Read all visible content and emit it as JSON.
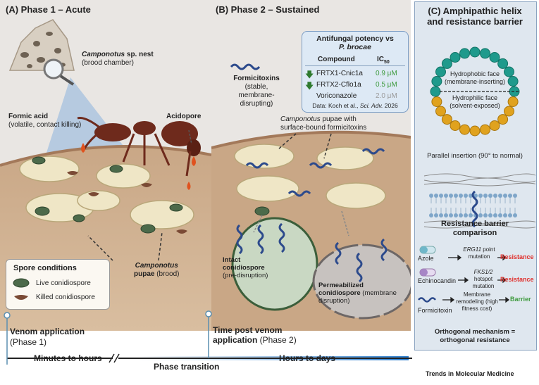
{
  "panelA": {
    "title": "(A) Phase 1 – Acute",
    "nest_label_species": "Camponotus",
    "nest_label_rest": " sp. nest",
    "nest_sub": "(brood chamber)",
    "formic_title": "Formic acid",
    "formic_sub": "(volatile, contact killing)",
    "acidopore": "Acidopore",
    "pupae_species": "Camponotus",
    "pupae_word": "pupae",
    "pupae_sub": " (brood)",
    "legend": {
      "title": "Spore conditions",
      "live": "Live conidiospore",
      "killed": "Killed conidiospore"
    }
  },
  "panelB": {
    "title": "(B) Phase 2 – Sustained",
    "formicitoxins_title": "Formicitoxins",
    "formicitoxins_sub1": "(stable,",
    "formicitoxins_sub2": "membrane-disrupting)",
    "potency": {
      "title_line1": "Antifungal potency vs",
      "title_line2": "P. brocae",
      "col_compound": "Compound",
      "col_ic": "IC",
      "col_ic_sub": "50",
      "rows": [
        {
          "name": "FRTX1-Cnic1a",
          "value": "0.9 μM",
          "color": "#3d9a3d"
        },
        {
          "name": "FRTX2-Cflo1a",
          "value": "0.5 μM",
          "color": "#3d9a3d"
        },
        {
          "name": "Voriconazole",
          "value": "2.0 μM",
          "color": "#9a9a9a"
        }
      ],
      "source_prefix": "Data: Koch et al., ",
      "source_journal": "Sci. Adv.",
      "source_year": " 2026"
    },
    "pupae_note_species": "Camponotus",
    "pupae_note_rest": " pupae with",
    "pupae_note_line2": "surface-bound formicitoxins",
    "intact_title1": "Intact",
    "intact_title2": "conidiospore",
    "intact_sub": "(pre-disruption)",
    "perm_title1": "Permeabilized",
    "perm_title2": "conidiospore",
    "perm_sub": " (membrane",
    "perm_sub2": "disruption)"
  },
  "panelC": {
    "title_line1": "(C) Amphipathic helix",
    "title_line2": "and resistance barrier",
    "hydrophobic_line1": "Hydrophobic face",
    "hydrophobic_line2": "(membrane-inserting)",
    "hydrophilic_line1": "Hydrophilic face",
    "hydrophilic_line2": "(solvent-exposed)",
    "parallel": "Parallel insertion (90° to normal)",
    "resistance_title1": "Resistance barrier",
    "resistance_title2": "comparison",
    "rows": [
      {
        "drug": "Azole",
        "mech_gene": "ERG11",
        "mech_line1_rest": " point",
        "mech_line2": "mutation",
        "outcome": "Resistance",
        "outcome_color": "#e0322e"
      },
      {
        "drug": "Echinocandin",
        "mech_gene": "FKS1/2",
        "mech_line1_rest": " hotspot",
        "mech_line2": "mutation",
        "outcome": "Resistance",
        "outcome_color": "#e0322e"
      },
      {
        "drug": "Formicitoxin",
        "mech_gene": "",
        "mech_line1_rest": "Membrane",
        "mech_line2": "remodeling (high",
        "mech_line3": "fitness cost)",
        "outcome": "Barrier",
        "outcome_color": "#3d9a3d"
      }
    ],
    "conclusion1": "Orthogonal mechanism =",
    "conclusion2": "orthogonal resistance"
  },
  "timeline": {
    "venom_title": "Venom application",
    "venom_sub": "(Phase 1)",
    "time_post_title1": "Time post venom",
    "time_post_title2": "application",
    "time_post_sub": " (Phase 2)",
    "minutes": "Minutes to hours",
    "phase_transition": "Phase transition",
    "hours": "Hours to days"
  },
  "journal": "Trends in Molecular Medicine"
}
